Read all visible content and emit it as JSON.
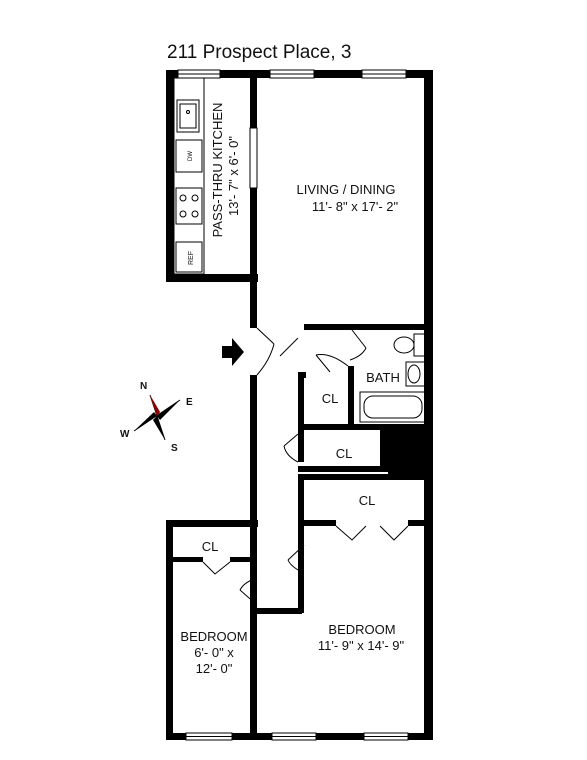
{
  "title": "211 Prospect Place, 3",
  "rooms": {
    "kitchen": {
      "name": "PASS-THRU KITCHEN",
      "dims": "13'- 7\" x 6'- 0\""
    },
    "living": {
      "name": "LIVING / DINING",
      "dims": "11'- 8\" x 17'- 2\""
    },
    "bath": {
      "name": "BATH"
    },
    "closet_bath": {
      "name": "CL"
    },
    "closet_hall": {
      "name": "CL"
    },
    "closet_bedroom_large": {
      "name": "CL"
    },
    "closet_bedroom_small": {
      "name": "CL"
    },
    "bedroom_large": {
      "name": "BEDROOM",
      "dims": "11'- 9\" x 14'- 9\""
    },
    "bedroom_small": {
      "name": "BEDROOM",
      "dims_line1": "6'- 0\" x",
      "dims_line2": "12'- 0\""
    }
  },
  "appliances": {
    "dishwasher": "DW",
    "refrigerator": "REF"
  },
  "compass": {
    "n": "N",
    "e": "E",
    "s": "S",
    "w": "W"
  },
  "colors": {
    "wall": "#000000",
    "north_needle": "#d62020",
    "background": "#ffffff"
  }
}
